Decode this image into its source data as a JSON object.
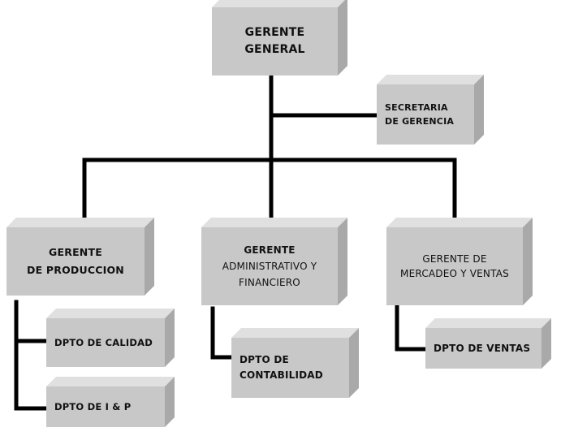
{
  "boxes": {
    "gerente_general": {
      "line1": "GERENTE",
      "line2": "GENERAL"
    },
    "secretaria": {
      "line1": "SECRETARIA",
      "line2": "DE GERENCIA"
    },
    "gerente_produccion": {
      "line1": "GERENTE",
      "line2": "DE PRODUCCION"
    },
    "gerente_administrativo": {
      "line1": "GERENTE",
      "line2": "ADMINISTRATIVO Y",
      "line3": "FINANCIERO"
    },
    "gerente_mercadeo": {
      "line1": "GERENTE DE",
      "line2": "MERCADEO Y VENTAS"
    },
    "dpto_calidad": {
      "line1": "DPTO DE CALIDAD"
    },
    "dpto_iyp": {
      "line1": "DPTO DE I & P"
    },
    "dpto_contabilidad": {
      "line1": "DPTO DE",
      "line2": "CONTABILIDAD"
    },
    "dpto_ventas": {
      "line1": "DPTO DE VENTAS"
    }
  },
  "colors": {
    "face": "#c8c8c8",
    "top": "#e0e0e0",
    "side": "#a9a9a9",
    "line": "#000000"
  }
}
